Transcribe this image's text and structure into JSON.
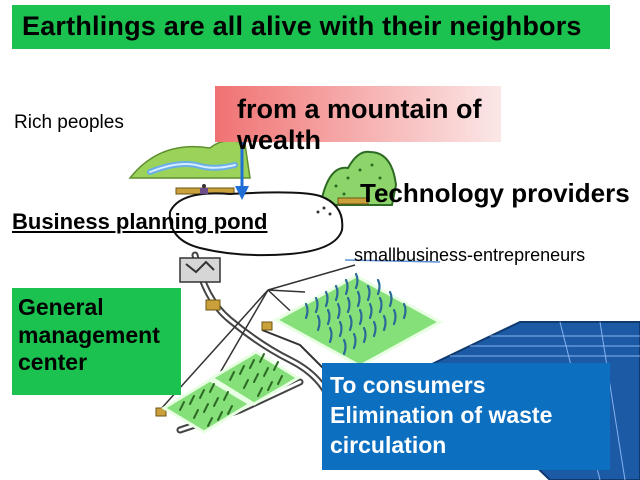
{
  "title": "Earthlings are all alive with their neighbors",
  "source_label": "from a mountain of wealth",
  "rich_label": "Rich peoples",
  "tech_label": "Technology providers",
  "pond_label": "Business planning pond",
  "small_biz_label": "smallbusiness-entrepreneurs",
  "management_lines": [
    "General",
    "management",
    "center"
  ],
  "consumer_lines": [
    "To consumers",
    "Elimination of waste",
    "circulation"
  ],
  "colors": {
    "title_bg": "#1bc24f",
    "management_bg": "#1bc24f",
    "consumer_bg": "#0d6fc0",
    "wealth_bg": "#f07272",
    "arrow": "#1f6fd6",
    "field_green": "#86e07a",
    "crop": "#2b6a96"
  }
}
